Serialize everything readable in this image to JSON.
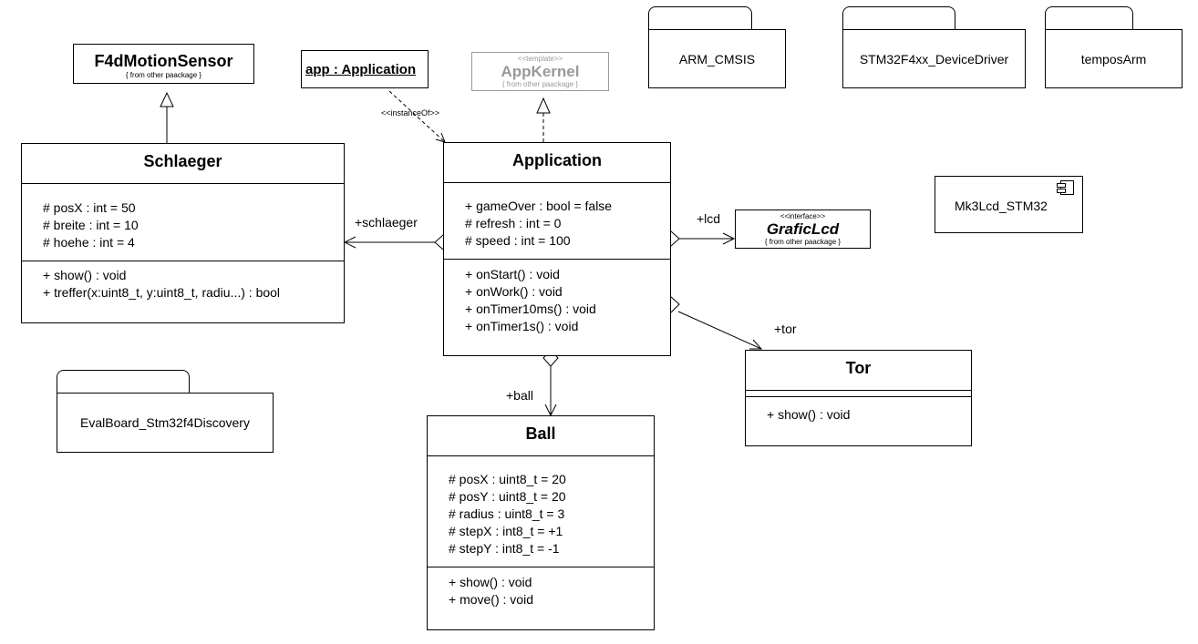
{
  "f4d": {
    "name": "F4dMotionSensor",
    "note": "{ from other paackage }"
  },
  "app_instance": {
    "name": "app : Application"
  },
  "appkernel": {
    "stereotype": "<<template>>",
    "name": "AppKernel",
    "note": "{ from other paackage }"
  },
  "packages": {
    "arm": "ARM_CMSIS",
    "stm": "STM32F4xx_DeviceDriver",
    "tempos": "temposArm",
    "evalboard": "EvalBoard_Stm32f4Discovery"
  },
  "component": {
    "name": "Mk3Lcd_STM32"
  },
  "schlaeger": {
    "name": "Schlaeger",
    "attrs": [
      "# posX : int = 50",
      "# breite : int = 10",
      "# hoehe : int = 4"
    ],
    "ops": [
      "+ show() : void",
      "+ treffer(x:uint8_t, y:uint8_t, radiu...) : bool"
    ]
  },
  "application": {
    "name": "Application",
    "attrs": [
      "+ gameOver : bool = false",
      "# refresh : int = 0",
      "# speed : int = 100"
    ],
    "ops": [
      "+ onStart() : void",
      "+ onWork() : void",
      "+ onTimer10ms() : void",
      "+ onTimer1s() : void"
    ]
  },
  "graficlcd": {
    "stereotype": "<<interface>>",
    "name": "GraficLcd",
    "note": "{ from other paackage }"
  },
  "tor": {
    "name": "Tor",
    "ops": [
      "+ show() : void"
    ]
  },
  "ball": {
    "name": "Ball",
    "attrs": [
      "# posX : uint8_t = 20",
      "# posY : uint8_t = 20",
      "# radius : uint8_t = 3",
      "# stepX : int8_t = +1",
      "# stepY : int8_t = -1"
    ],
    "ops": [
      "+ show() : void",
      "+ move() : void"
    ]
  },
  "labels": {
    "instanceof": "<<instanceOf>>",
    "schlaeger": "+schlaeger",
    "lcd": "+lcd",
    "tor": "+tor",
    "ball": "+ball"
  }
}
